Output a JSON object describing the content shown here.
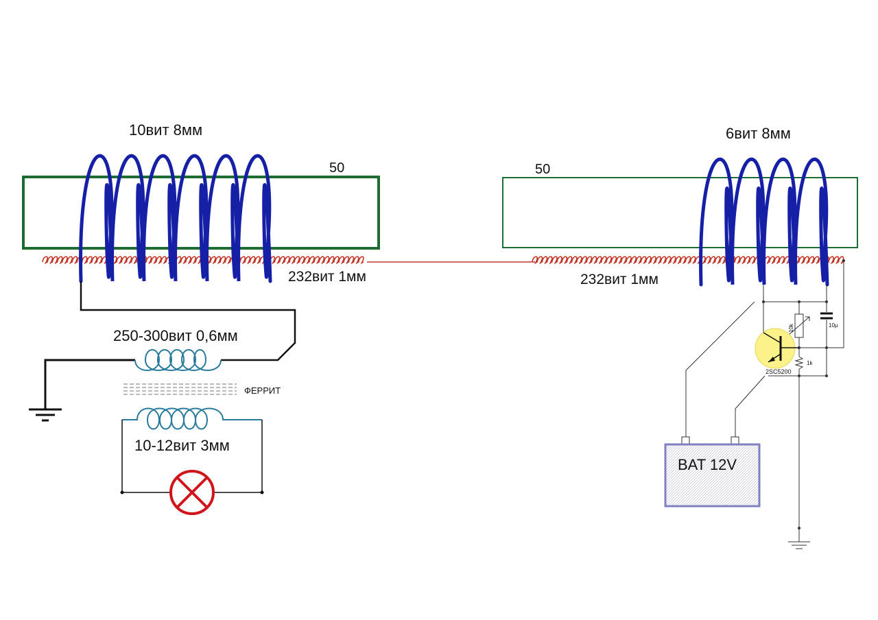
{
  "left": {
    "primary_coil_label": "10вит 8мм",
    "rod_label": "50",
    "secondary_label": "232вит 1мм",
    "transformer_primary_label": "250-300вит 0,6мм",
    "core_label": "ФЕРРИТ",
    "transformer_secondary_label": "10-12вит 3мм"
  },
  "right": {
    "primary_coil_label": "6вит 8мм",
    "rod_label": "50",
    "secondary_label": "232вит 1мм",
    "resistor_top_label": "10k",
    "capacitor_label": "10µ",
    "resistor_bottom_label": "1k",
    "transistor_label": "2SC5200",
    "battery_label": "BAT 12V"
  },
  "colors": {
    "coil": "#1520a6",
    "rod": "#1e6b34",
    "secondary": "#c0392b",
    "lamp": "#d0141c",
    "transistor": "#fbf38a",
    "battery_border": "#8080c0",
    "transformer_coil": "#2a7b9b"
  }
}
